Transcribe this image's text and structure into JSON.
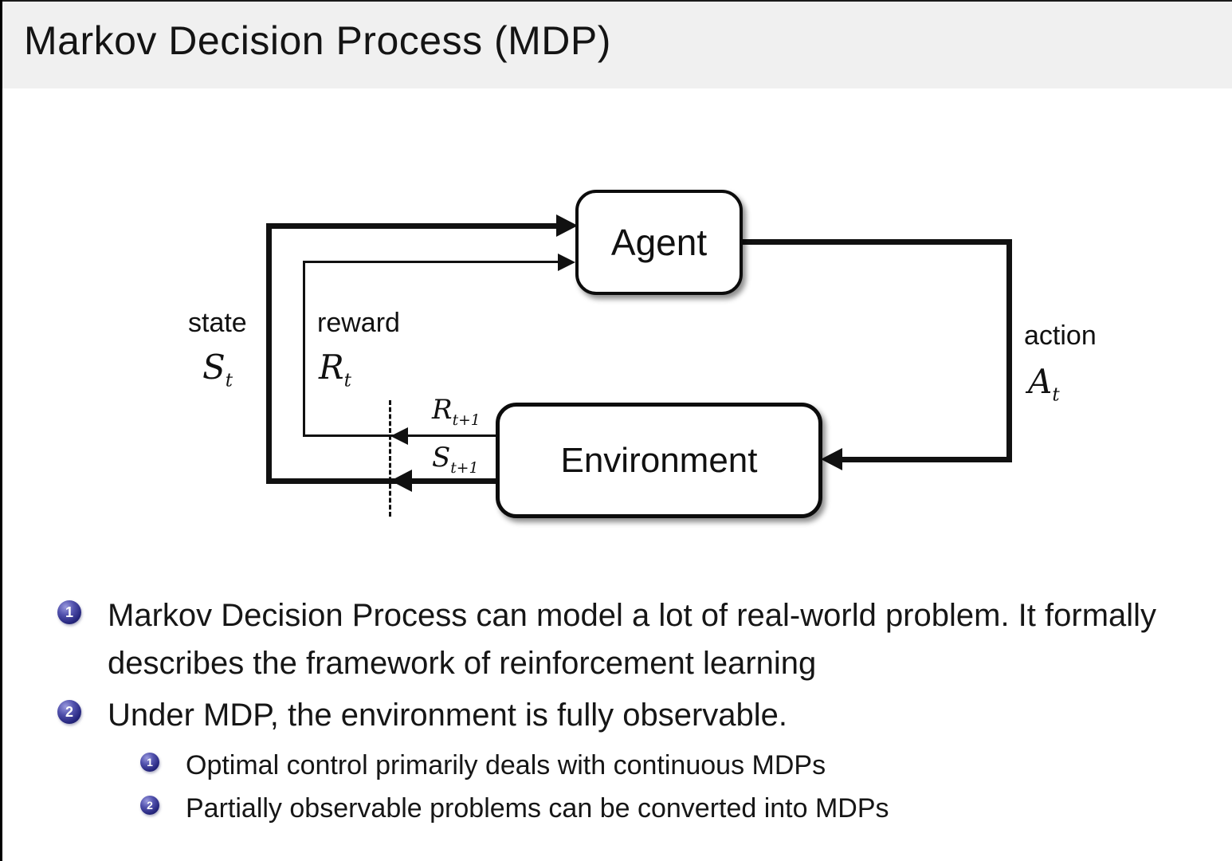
{
  "header": {
    "title": "Markov Decision Process (MDP)"
  },
  "diagram": {
    "agent": "Agent",
    "environment": "Environment",
    "state": {
      "label": "state",
      "symbol": "S",
      "sub": "t"
    },
    "reward": {
      "label": "reward",
      "symbol": "R",
      "sub": "t"
    },
    "action": {
      "label": "action",
      "symbol": "A",
      "sub": "t"
    },
    "next_reward": {
      "symbol": "R",
      "sub": "t+1"
    },
    "next_state": {
      "symbol": "S",
      "sub": "t+1"
    }
  },
  "bullets": [
    {
      "number": "1",
      "text": "Markov Decision Process can model a lot of real-world problem. It formally describes the framework of reinforcement learning"
    },
    {
      "number": "2",
      "text": "Under MDP, the environment is fully observable.",
      "children": [
        {
          "number": "1",
          "text": "Optimal control primarily deals with continuous MDPs"
        },
        {
          "number": "2",
          "text": "Partially observable problems can be converted into MDPs"
        }
      ]
    }
  ],
  "colors": {
    "header_bg": "#f0f0f0",
    "line": "#111111",
    "bullet_ball": "#26267e",
    "text": "#141414"
  }
}
